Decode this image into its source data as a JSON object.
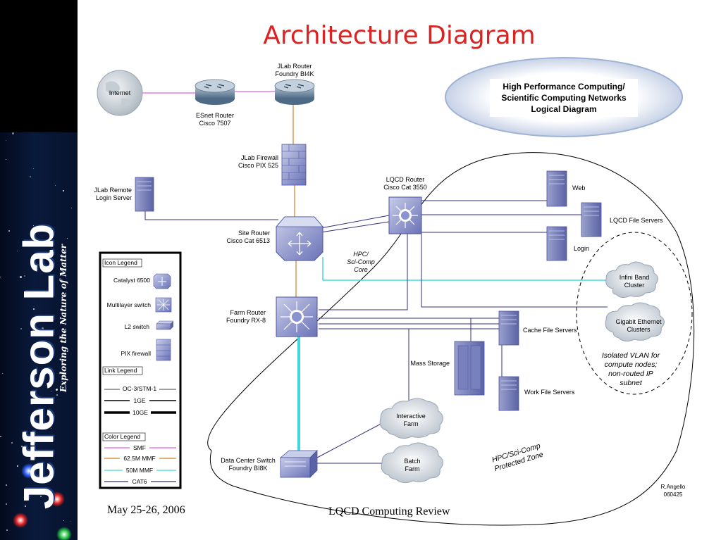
{
  "slide": {
    "title": "Architecture Diagram",
    "footer_date": "May 25-26, 2006",
    "footer_event": "LQCD Computing Review"
  },
  "branding": {
    "name": "Jefferson Lab",
    "tagline": "Exploring the Nature of Matter"
  },
  "diagram": {
    "header": [
      "High Performance Computing/",
      "Scientific Computing Networks",
      "Logical Diagram"
    ],
    "nodes": {
      "internet": "Internet",
      "esnet_router": [
        "ESnet Router",
        "Cisco 7507"
      ],
      "jlab_router": [
        "JLab Router",
        "Foundry BI4K"
      ],
      "firewall": [
        "JLab Firewall",
        "Cisco PIX 525"
      ],
      "remote_login": [
        "JLab Remote",
        "Login Server"
      ],
      "site_router": [
        "Site Router",
        "Cisco Cat 6513"
      ],
      "lqcd_router": [
        "LQCD Router",
        "Cisco Cat 3550"
      ],
      "farm_router": [
        "Farm Router",
        "Foundry RX-8"
      ],
      "dc_switch": [
        "Data Center Switch",
        "Foundry BI8K"
      ],
      "web": "Web",
      "lqcd_file_servers": "LQCD File Servers",
      "login": "Login",
      "infiniband": [
        "Infini Band",
        "Cluster"
      ],
      "gige": [
        "Gigabit Ethernet",
        "Clusters"
      ],
      "cache_servers": "Cache File Servers",
      "mass_storage": "Mass Storage",
      "work_servers": "Work File Servers",
      "interactive_farm": [
        "Interactive",
        "Farm"
      ],
      "batch_farm": [
        "Batch",
        "Farm"
      ]
    },
    "annotations": {
      "core": [
        "HPC/",
        "Sci-Comp",
        "Core"
      ],
      "isolated_vlan": [
        "Isolated VLAN for",
        "compute nodes;",
        "non-routed IP",
        "subnet"
      ],
      "protected_zone": [
        "HPC/Sci-Comp",
        "Protected Zone"
      ],
      "author": [
        "R.Angello",
        "060425"
      ]
    },
    "legend": {
      "icon_title": "Icon Legend",
      "icons": [
        "Catalyst 6500",
        "Multilayer switch",
        "L2 switch",
        "PIX firewall"
      ],
      "link_title": "Link Legend",
      "links": [
        "OC-3/STM-1",
        "1GE",
        "10GE"
      ],
      "color_title": "Color Legend",
      "colors": [
        {
          "label": "SMF",
          "color": "#e060e0"
        },
        {
          "label": "62.5M MMF",
          "color": "#d08020"
        },
        {
          "label": "50M MMF",
          "color": "#40d8e0"
        },
        {
          "label": "CAT6",
          "color": "#30307a"
        }
      ]
    },
    "link_colors": {
      "smf": "#e060e0",
      "mmf62": "#d08020",
      "mmf50": "#40d8e0",
      "cat6": "#30307a"
    }
  }
}
